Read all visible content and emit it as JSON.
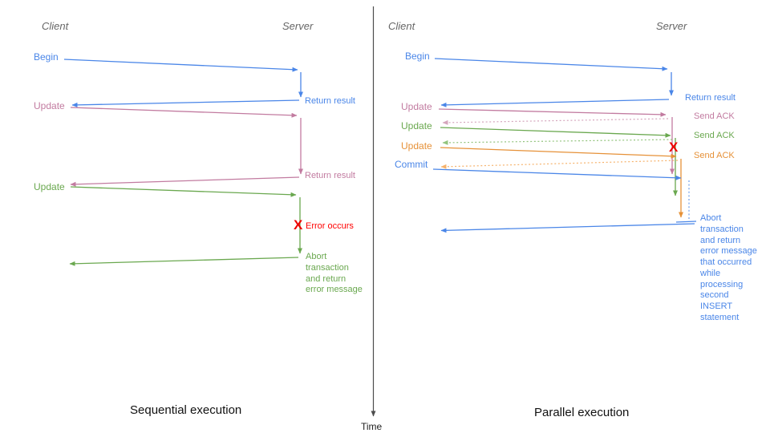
{
  "diagram": {
    "kind": "message-sequence timing diagram",
    "colors": {
      "blue": "#4a86e8",
      "pink": "#c27ba0",
      "green": "#6aa84f",
      "orange": "#e69138",
      "dotted_pink": "#d5a6bd",
      "dotted_green": "#93c47d",
      "dotted_orange": "#f6b26b",
      "dotted_blue": "#6d9eeb",
      "error_red": "#ee0000",
      "header_gray": "#666666",
      "axis_gray": "#4d4d4d"
    }
  },
  "left": {
    "client_header": "Client",
    "server_header": "Server",
    "begin_label": "Begin",
    "return_result_1": "Return result",
    "update_1": "Update",
    "return_result_2": "Return result",
    "update_2": "Update",
    "error_x": "X",
    "error_occurs": "Error occurs",
    "abort_text": "Abort\ntransaction\nand return\nerror message",
    "title": "Sequential execution"
  },
  "right": {
    "client_header": "Client",
    "server_header": "Server",
    "begin_label": "Begin",
    "return_result": "Return result",
    "update_1": "Update",
    "send_ack_1": "Send ACK",
    "update_2": "Update",
    "send_ack_2": "Send ACK",
    "update_3": "Update",
    "send_ack_3": "Send ACK",
    "commit_label": "Commit",
    "error_x": "X",
    "abort_text": "Abort\ntransaction\nand return\nerror message\nthat occurred\nwhile\nprocessing\nsecond\nINSERT\nstatement",
    "title": "Parallel execution"
  },
  "time_axis": {
    "label": "Time"
  }
}
